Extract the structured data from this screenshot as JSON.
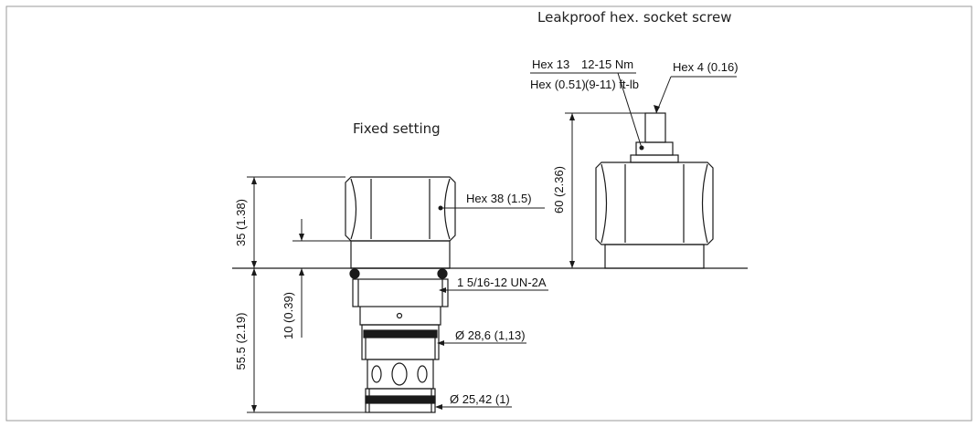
{
  "titles": {
    "fixed_setting": "Fixed setting",
    "leakproof": "Leakproof hex. socket screw"
  },
  "dimensions": {
    "height_upper": "35 (1.38)",
    "height_lower": "55.5 (2.19)",
    "depth_10": "10 (0.39)",
    "height_right": "60 (2.36)"
  },
  "callouts": {
    "hex38": "Hex 38 (1.5)",
    "thread": "1 5/16-12 UN-2A",
    "dia_28": "Ø 28,6 (1,13)",
    "dia_25": "Ø 25,42 (1)",
    "hex4": "Hex 4 (0.16)",
    "hex13": "Hex  13",
    "torque_nm": "12-15 Nm",
    "hex_inch": "Hex (0.51)",
    "torque_ftlb": "(9-11) ft-lb"
  },
  "colors": {
    "line": "#1a1a1a",
    "frame": "#9a9a9a"
  }
}
